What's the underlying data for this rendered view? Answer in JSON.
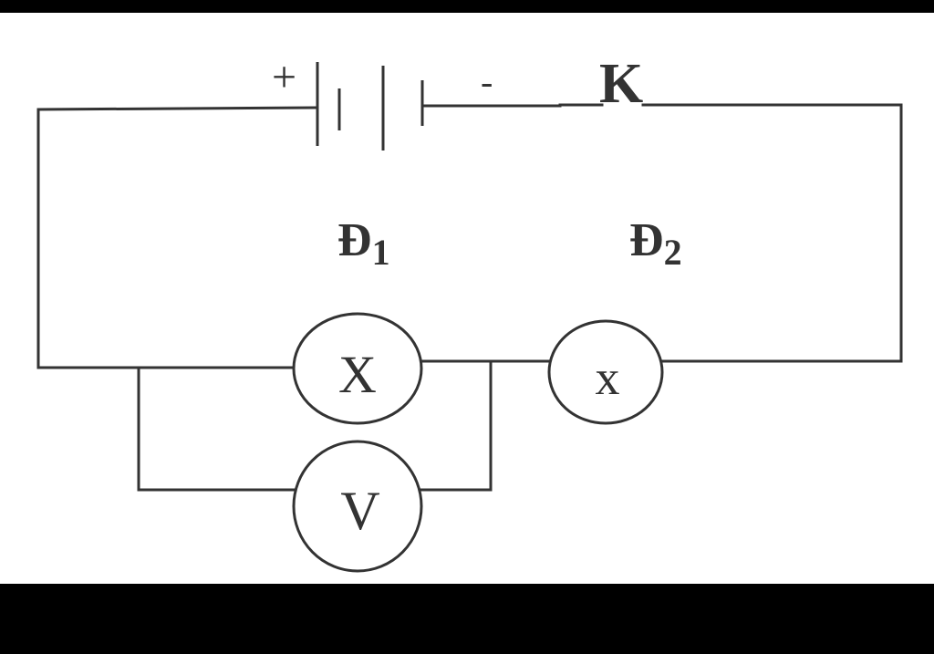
{
  "battery": {
    "plus_sign": "+",
    "minus_sign": "-"
  },
  "switch": {
    "label": "K"
  },
  "lamp1": {
    "label": "Đ",
    "subscript": "1",
    "symbol": "X"
  },
  "lamp2": {
    "label": "Đ",
    "subscript": "2",
    "symbol": "x"
  },
  "voltmeter": {
    "symbol": "V"
  },
  "colors": {
    "background_band": "#000000",
    "canvas": "#ffffff",
    "ink": "#333333"
  }
}
